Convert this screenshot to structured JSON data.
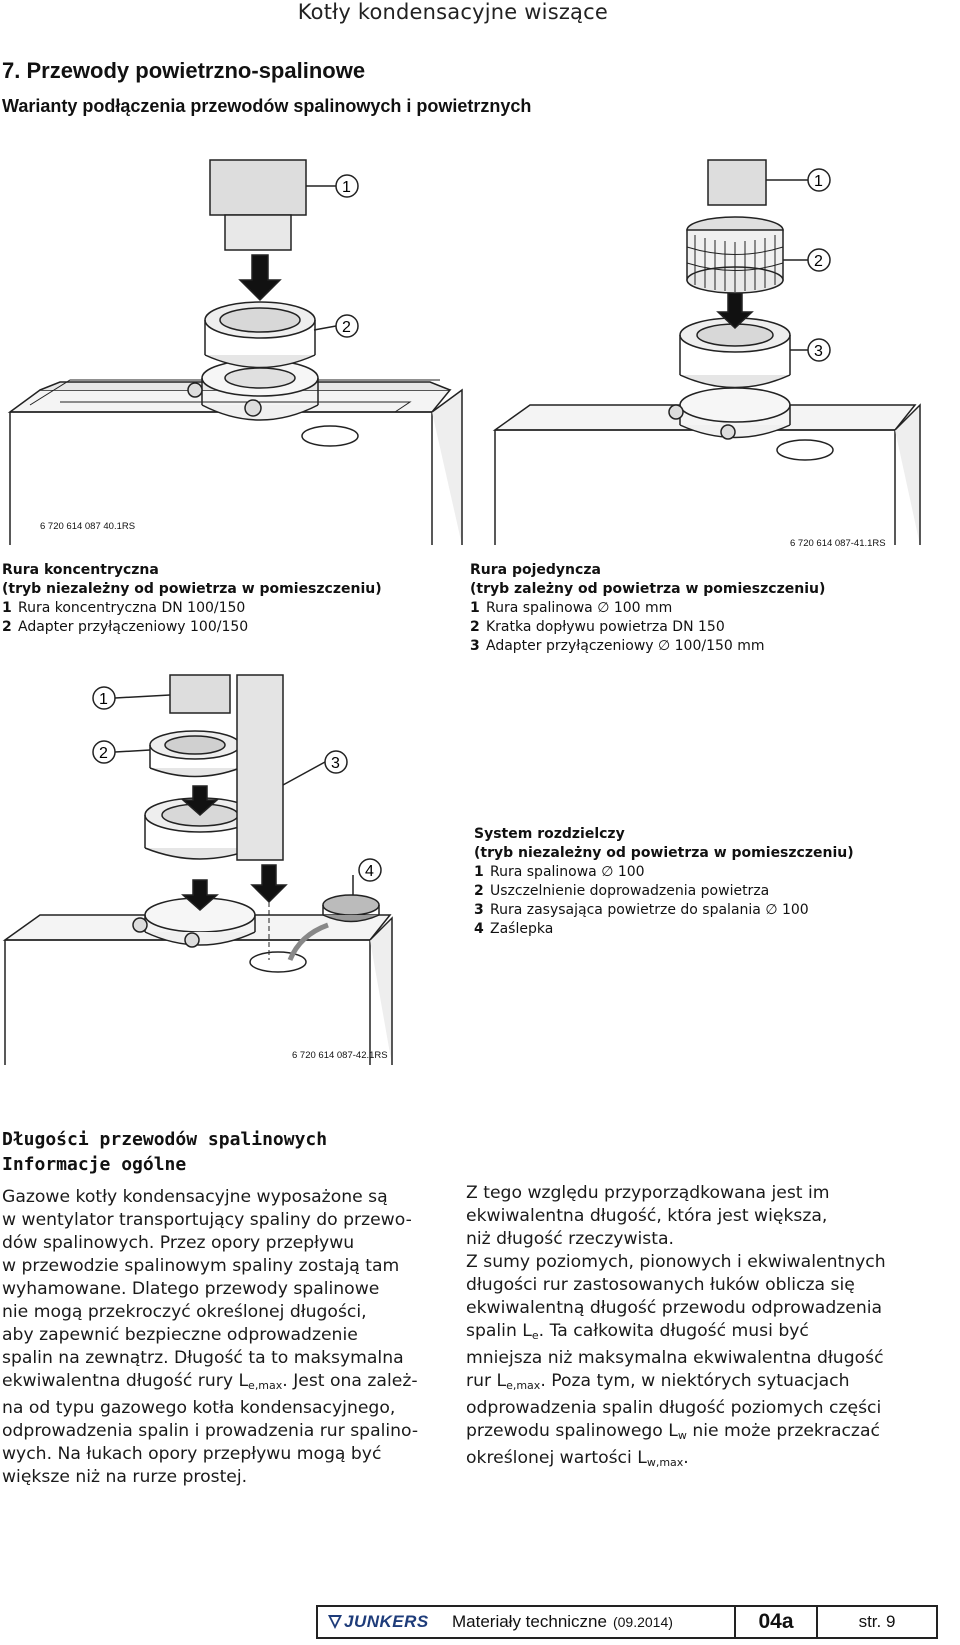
{
  "header": {
    "title": "Kotły kondensacyjne wiszące"
  },
  "section": {
    "title": "7.  Przewody powietrzno-spalinowe",
    "subtitle": "Warianty podłączenia przewodów spalinowych i powietrznych"
  },
  "figures": [
    {
      "code": "6 720 614 087 40.1RS",
      "callouts": [
        "1",
        "2"
      ],
      "caption_title_1": "Rura koncentryczna",
      "caption_title_2": "(tryb niezależny od powietrza w pomieszczeniu)",
      "items": [
        {
          "n": "1",
          "text": "Rura koncentryczna DN 100/150"
        },
        {
          "n": "2",
          "text": "Adapter przyłączeniowy 100/150"
        }
      ]
    },
    {
      "code": "6 720 614 087-41.1RS",
      "callouts": [
        "1",
        "2",
        "3"
      ],
      "caption_title_1": "Rura pojedyncza",
      "caption_title_2": "(tryb zależny od powietrza w pomieszczeniu)",
      "items": [
        {
          "n": "1",
          "text": "Rura spalinowa ∅ 100 mm"
        },
        {
          "n": "2",
          "text": "Kratka dopływu powietrza DN 150"
        },
        {
          "n": "3",
          "text": "Adapter przyłączeniowy ∅ 100/150 mm"
        }
      ]
    },
    {
      "code": "6 720 614 087-42.1RS",
      "callouts": [
        "1",
        "2",
        "3",
        "4"
      ],
      "caption_title_1": "System rozdzielczy",
      "caption_title_2": "(tryb niezależny od powietrza w pomieszczeniu)",
      "items": [
        {
          "n": "1",
          "text": "Rura spalinowa ∅ 100"
        },
        {
          "n": "2",
          "text": "Uszczelnienie doprowadzenia powietrza"
        },
        {
          "n": "3",
          "text": "Rura zasysająca powietrze do spalania ∅ 100"
        },
        {
          "n": "4",
          "text": "Zaślepka"
        }
      ]
    }
  ],
  "lengths": {
    "heading_1": "Długości przewodów spalinowych",
    "heading_2": "Informacje ogólne",
    "left_lines": [
      "Gazowe kotły kondensacyjne wyposażone są",
      "w wentylator transportujący spaliny do przewo-",
      "dów spalinowych. Przez opory przepływu",
      "w przewodzie spalinowym spaliny zostają tam",
      "wyhamowane. Dlatego przewody spalinowe",
      "nie mogą przekroczyć określonej długości,",
      "aby zapewnić bezpieczne odprowadzenie",
      "spalin na zewnątrz. Długość ta to maksymalna"
    ],
    "left_formula_pre": "ekwiwalentna długość rury L",
    "left_formula_sub": "e,max",
    "left_formula_post": ". Jest ona zależ-",
    "left_lines_2": [
      "na od typu gazowego kotła kondensacyjnego,",
      "odprowadzenia spalin i prowadzenia rur spalino-",
      "wych. Na łukach opory przepływu mogą być",
      "większe niż na rurze prostej."
    ],
    "right_lines": [
      "Z tego względu przyporządkowana jest im",
      "ekwiwalentna długość, która jest większa,",
      "niż długość rzeczywista.",
      "Z sumy poziomych, pionowych i ekwiwalentnych",
      "długości rur zastosowanych łuków oblicza się",
      "ekwiwalentną długość przewodu odprowadzenia"
    ],
    "r_le_pre": "spalin L",
    "r_le_sub": "e",
    "r_le_post": ". Ta całkowita długość musi być",
    "r_line_mn": "mniejsza niż maksymalna ekwiwalentna długość",
    "r_lemax_pre": "rur L",
    "r_lemax_sub": "e,max",
    "r_lemax_post": ". Poza tym, w niektórych sytuacjach",
    "r_line_odp": "odprowadzenia spalin długość poziomych części",
    "r_lw_pre": "przewodu spalinowego L",
    "r_lw_sub": "w",
    "r_lw_post": " nie może przekraczać",
    "r_lwmax_pre": "określonej wartości L",
    "r_lwmax_sub": "w,max",
    "r_lwmax_post": "."
  },
  "footer": {
    "brand": "JUNKERS",
    "doc": "Materiały techniczne",
    "date": "(09.2014)",
    "edition": "04a",
    "page": "str. 9"
  }
}
